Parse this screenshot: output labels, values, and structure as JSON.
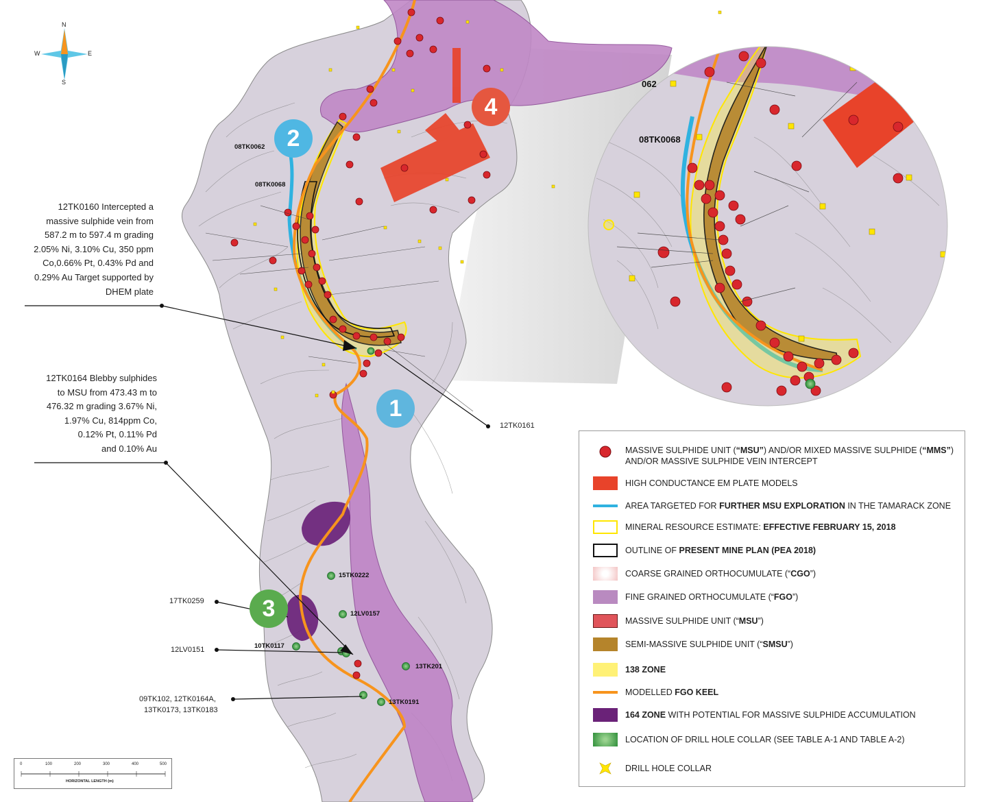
{
  "compass": {
    "n": "N",
    "s": "S",
    "e": "E",
    "w": "W"
  },
  "callouts": {
    "tk0160": "12TK0160 Intercepted a\nmassive sulphide vein from\n587.2 m to 597.4 m grading\n2.05% Ni, 3.10% Cu, 350 ppm\nCo,0.66% Pt, 0.43% Pd and\n0.29% Au Target supported by\nDHEM plate",
    "tk0164": "12TK0164 Blebby sulphides\nto MSU from 473.43 m to\n476.32 m grading 3.67% Ni,\n1.97% Cu, 814ppm Co,\n0.12% Pt, 0.11% Pd\nand 0.10% Au"
  },
  "drill_labels": {
    "tk0062": "08TK0062",
    "tk0068": "08TK0068",
    "tk0161": "12TK0161",
    "tk0222": "15TK0222",
    "lv0157": "12LV0157",
    "tk0259": "17TK0259",
    "tk0117": "10TK0117",
    "lv0151": "12LV0151",
    "tk201": "13TK201",
    "tk0191": "13TK0191",
    "group_line1": "09TK102, 12TK0164A,",
    "group_line2": "13TK0173, 13TK0183",
    "inset_tk0068": "08TK0068",
    "inset_062": "062"
  },
  "zones": {
    "z1": "1",
    "z2": "2",
    "z3": "3",
    "z4": "4"
  },
  "colors": {
    "zone1": "#5fb6de",
    "zone2": "#4fb7e3",
    "zone3": "#5aab4e",
    "zone4": "#e5573f",
    "msu_point": "#d8272d",
    "em_plate": "#e8432a",
    "target": "#2fb2e0",
    "resource": "#ffef2a",
    "keel": "#f7941d",
    "fgo": "#b98ac0",
    "zone164": "#6a2278"
  },
  "legend": {
    "msu": {
      "pre": "MASSIVE SULPHIDE UNIT (",
      "b1": "“MSU”",
      "mid": ") AND/OR  MIXED MASSIVE SULPHIDE (",
      "b2": "“MMS”",
      "post": ") AND/OR MASSIVE SULPHIDE VEIN INTERCEPT"
    },
    "em": {
      "text": "HIGH CONDUCTANCE EM PLATE MODELS"
    },
    "target": {
      "pre": "AREA TARGETED FOR ",
      "bold": "FURTHER MSU EXPLORATION",
      "post": " IN THE TAMARACK ZONE"
    },
    "resource": {
      "pre": "MINERAL RESOURCE ESTIMATE: ",
      "bold": "EFFECTIVE FEBRUARY 15, 2018"
    },
    "mine": {
      "pre": "OUTLINE OF ",
      "bold": "PRESENT MINE PLAN (PEA 2018)"
    },
    "cgo": {
      "pre": "COARSE GRAINED ORTHOCUMULATE (“",
      "bold": "CGO",
      "post": "”)"
    },
    "fgo": {
      "pre": "FINE GRAINED ORTHOCUMULATE (“",
      "bold": "FGO",
      "post": "”)"
    },
    "msu_unit": {
      "pre": "MASSIVE SULPHIDE UNIT (“",
      "bold": "MSU",
      "post": "”)"
    },
    "smsu": {
      "pre": "SEMI-MASSIVE SULPHIDE UNIT (“",
      "bold": "SMSU",
      "post": "”)"
    },
    "z138": {
      "bold": "138 ZONE"
    },
    "keel": {
      "pre": "MODELLED ",
      "bold": "FGO KEEL"
    },
    "z164": {
      "bold": "164 ZONE",
      "post": " WITH POTENTIAL FOR MASSIVE SULPHIDE ACCUMULATION"
    },
    "collar_loc": {
      "text": "LOCATION OF DRILL HOLE COLLAR  (SEE TABLE A-1 AND TABLE A-2)"
    },
    "collar": {
      "text": "DRILL HOLE COLLAR"
    }
  },
  "scale": {
    "ticks": [
      "0",
      "100",
      "200",
      "300",
      "400",
      "500"
    ],
    "label": "HORIZONTAL LENGTH (m)"
  }
}
